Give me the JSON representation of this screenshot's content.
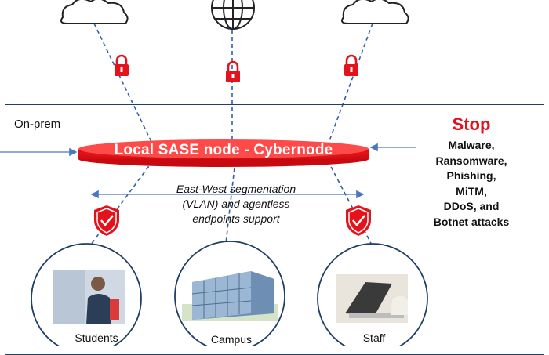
{
  "diagram": {
    "onprem_label": "On-prem",
    "sase_node_label": "Local SASE node - Cybernode",
    "segmentation_text": [
      "East-West segmentation",
      "(VLAN) and agentless",
      "endpoints support"
    ],
    "stop": {
      "title": "Stop",
      "threats": [
        "Malware,",
        "Ransomware,",
        "Phishing,",
        "MiTM,",
        "DDoS, and",
        "Botnet attacks"
      ]
    },
    "endpoints": [
      {
        "label": "Students",
        "icon": "students-photo"
      },
      {
        "label": "Campus",
        "icon": "campus-building-photo"
      },
      {
        "label": "Staff",
        "icon": "staff-laptop-photo"
      }
    ],
    "top_nodes": [
      {
        "icon": "cloud-icon"
      },
      {
        "icon": "globe-icon"
      },
      {
        "icon": "cloud-icon"
      }
    ],
    "colors": {
      "accent_red": "#e3121b",
      "line_blue": "#2f5fa8",
      "box_border": "#1f3f66"
    }
  }
}
